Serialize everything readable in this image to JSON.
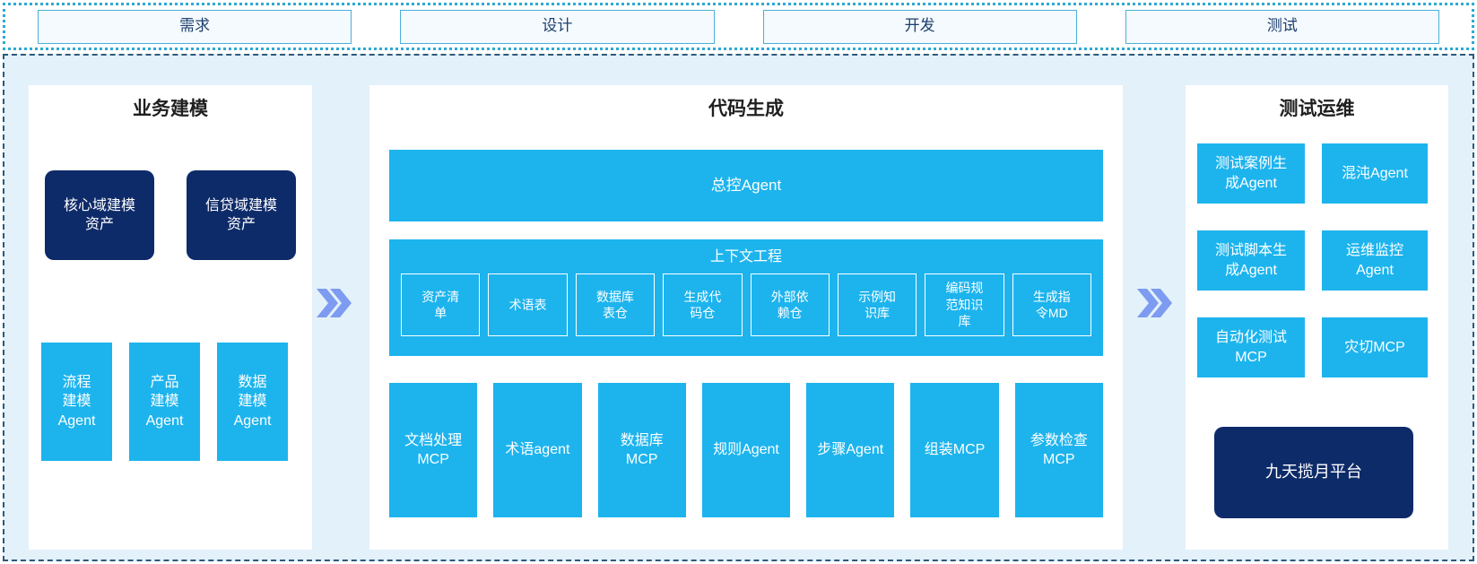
{
  "colors": {
    "cyan": "#1db4ee",
    "navy": "#0e2b69",
    "band_background": "#e3f1fb",
    "panel_background": "#ffffff",
    "chevron_blue": "#7d9bf0",
    "strip_dotted_border": "#2ea9d4",
    "band_dashed_border": "#2d5a7b",
    "phase_box_border": "#4bafd7",
    "phase_text": "#1d3f6e",
    "title_text": "#1f1f1f"
  },
  "phases": [
    {
      "label": "需求"
    },
    {
      "label": "设计"
    },
    {
      "label": "开发"
    },
    {
      "label": "测试"
    }
  ],
  "business": {
    "title": "业务建模",
    "asset_boxes": [
      {
        "label": "核心域建模\n资产"
      },
      {
        "label": "信贷域建模\n资产"
      }
    ],
    "agent_boxes": [
      {
        "label": "流程\n建模\nAgent"
      },
      {
        "label": "产品\n建模\nAgent"
      },
      {
        "label": "数据\n建模\nAgent"
      }
    ]
  },
  "code_gen": {
    "title": "代码生成",
    "master_agent": {
      "label": "总控Agent"
    },
    "context": {
      "title": "上下文工程",
      "items": [
        {
          "label": "资产清\n单"
        },
        {
          "label": "术语表"
        },
        {
          "label": "数据库\n表仓"
        },
        {
          "label": "生成代\n码仓"
        },
        {
          "label": "外部依\n赖仓"
        },
        {
          "label": "示例知\n识库"
        },
        {
          "label": "编码规\n范知识\n库"
        },
        {
          "label": "生成指\n令MD"
        }
      ]
    },
    "tools": [
      {
        "label": "文档处理\nMCP"
      },
      {
        "label": "术语agent"
      },
      {
        "label": "数据库\nMCP"
      },
      {
        "label": "规则Agent"
      },
      {
        "label": "步骤Agent"
      },
      {
        "label": "组装MCP"
      },
      {
        "label": "参数检查\nMCP"
      }
    ]
  },
  "test_ops": {
    "title": "测试运维",
    "agent_boxes": [
      {
        "label": "测试案例生\n成Agent"
      },
      {
        "label": "混沌Agent"
      },
      {
        "label": "测试脚本生\n成Agent"
      },
      {
        "label": "运维监控\nAgent"
      },
      {
        "label": "自动化测试\nMCP"
      },
      {
        "label": "灾切MCP"
      }
    ],
    "platform": {
      "label": "九天揽月平台"
    }
  }
}
